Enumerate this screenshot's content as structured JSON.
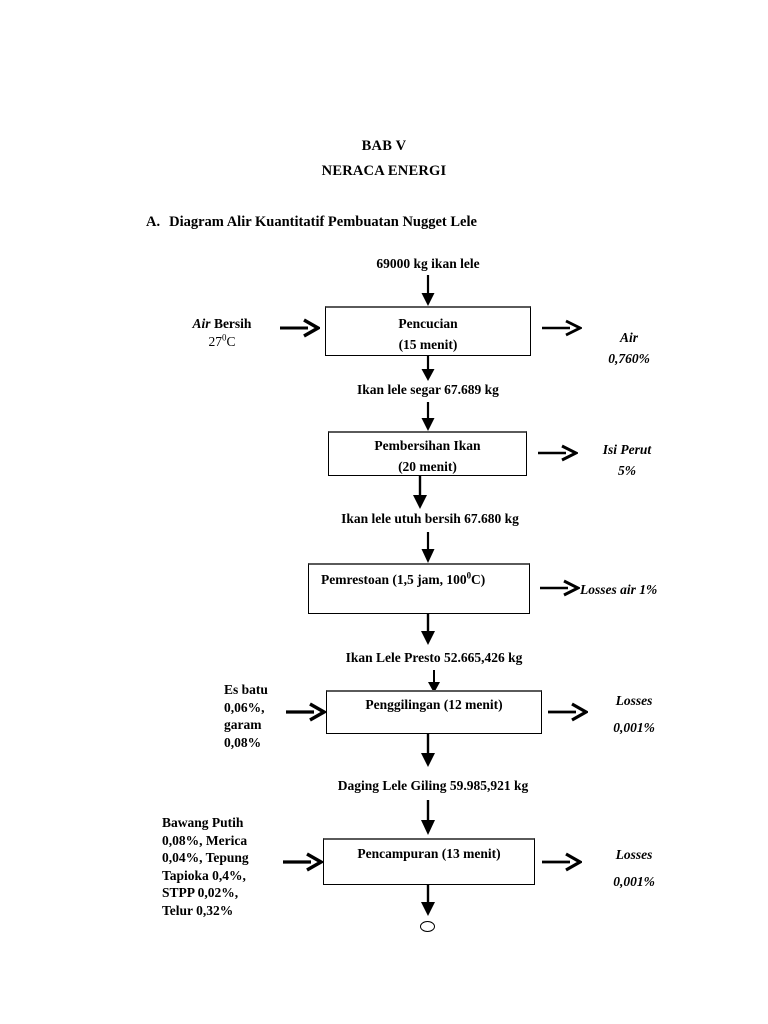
{
  "document": {
    "chapter": "BAB V",
    "chapter_title": "NERACA ENERGI",
    "section_letter": "A.",
    "section_title": "Diagram Alir Kuantitatif Pembuatan Nugget Lele"
  },
  "flow": {
    "feed_label": "69000 kg ikan lele",
    "streams": [
      {
        "label": "Ikan lele segar 67.689 kg"
      },
      {
        "label": "Ikan lele utuh bersih 67.680 kg"
      },
      {
        "label": "Ikan Lele Presto 52.665,426 kg"
      },
      {
        "label": "Daging Lele Giling 59.985,921 kg"
      }
    ],
    "steps": [
      {
        "id": "pencucian",
        "line1": "Pencucian",
        "line2": "(15 menit)",
        "input_line1_em": "Air",
        "input_line1_rest": " Bersih",
        "input_line2_pre": "27",
        "input_line2_sup": "0",
        "input_line2_post": "C",
        "output_line1": "Air",
        "output_line2": "0,760%"
      },
      {
        "id": "pembersihan-ikan",
        "line1": "Pembersihan Ikan",
        "line2": "(20 menit)",
        "output_line1": "Isi Perut",
        "output_line2": "5%"
      },
      {
        "id": "pemrestoan",
        "line1_pre": "Pemrestoan (1,5 jam, 100",
        "line1_sup": "0",
        "line1_post": "C)",
        "output_line1": "Losses air 1%"
      },
      {
        "id": "penggilingan",
        "line1": "Penggilingan (12 menit)",
        "input_lines": [
          "Es batu",
          "0,06%,",
          "garam",
          "0,08%"
        ],
        "output_line1": "Losses",
        "output_line2": "0,001%"
      },
      {
        "id": "pencampuran",
        "line1": "Pencampuran (13 menit)",
        "input_lines": [
          "Bawang Putih",
          "0,08%, Merica",
          "0,04%, Tepung",
          "Tapioka 0,4%,",
          "STPP 0,02%,",
          "Telur 0,32%"
        ],
        "output_line1": "Losses",
        "output_line2": "0,001%"
      }
    ],
    "terminal_connector": "circle-connector"
  },
  "style": {
    "ink": "#000000",
    "paper": "#ffffff",
    "box_top_border": "#5a5a5a"
  }
}
